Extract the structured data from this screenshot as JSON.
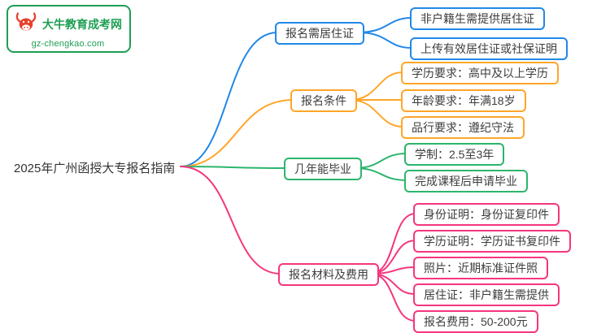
{
  "logo": {
    "icon": "bull-icon",
    "title": "大牛教育成考网",
    "domain": "gz-chengkao.com",
    "brand_color": "#1d9e53",
    "icon_color": "#e8402c"
  },
  "mindmap": {
    "root": "2025年广州函授大专报名指南",
    "branches": [
      {
        "label": "报名需居住证",
        "color": "#2188e8",
        "children": [
          "非户籍生需提供居住证",
          "上传有效居住证或社保证明"
        ]
      },
      {
        "label": "报名条件",
        "color": "#ffa629",
        "children": [
          "学历要求：高中及以上学历",
          "年龄要求：年满18岁",
          "品行要求：遵纪守法"
        ]
      },
      {
        "label": "几年能毕业",
        "color": "#2db56e",
        "children": [
          "学制：2.5至3年",
          "完成课程后申请毕业"
        ]
      },
      {
        "label": "报名材料及费用",
        "color": "#f5367d",
        "children": [
          "身份证明：身份证复印件",
          "学历证明：学历证书复印件",
          "照片：近期标准证件照",
          "居住证：非户籍生需提供",
          "报名费用：50-200元"
        ]
      }
    ]
  }
}
